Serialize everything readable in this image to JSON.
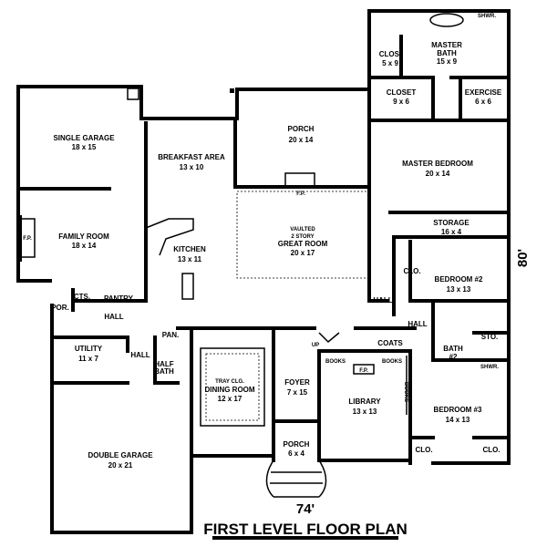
{
  "plan": {
    "title": "FIRST LEVEL FLOOR PLAN",
    "width_dim": "74'",
    "depth_dim": "80'"
  },
  "rooms": {
    "single_garage": {
      "name": "SINGLE GARAGE",
      "size": "18 x 15"
    },
    "breakfast": {
      "name": "BREAKFAST AREA",
      "size": "13 x 10"
    },
    "porch_rear": {
      "name": "PORCH",
      "size": "20 x 14"
    },
    "family": {
      "name": "FAMILY ROOM",
      "size": "18 x 14"
    },
    "kitchen": {
      "name": "KITCHEN",
      "size": "13 x 11"
    },
    "great": {
      "name1": "VAULTED",
      "name2": "2 STORY",
      "name3": "GREAT ROOM",
      "size": "20 x 17"
    },
    "master_bed": {
      "name": "MASTER BEDROOM",
      "size": "20 x 14"
    },
    "master_bath": {
      "name1": "MASTER",
      "name2": "BATH",
      "size": "15 x 9"
    },
    "clos_a": {
      "name": "CLOS.",
      "size": "5 x 9"
    },
    "closet": {
      "name": "CLOSET",
      "size": "9 x 6"
    },
    "exercise": {
      "name": "EXERCISE",
      "size": "6 x 6"
    },
    "storage": {
      "name": "STORAGE",
      "size": "16 x 4"
    },
    "bed2": {
      "name": "BEDROOM #2",
      "size": "13 x 13"
    },
    "utility": {
      "name": "UTILITY",
      "size": "11 x 7"
    },
    "dining": {
      "name1": "TRAY CLG.",
      "name2": "DINING ROOM",
      "size": "12 x 17"
    },
    "foyer": {
      "name": "FOYER",
      "size": "7 x 15"
    },
    "library": {
      "name": "LIBRARY",
      "size": "13 x 13"
    },
    "bed3": {
      "name": "BEDROOM #3",
      "size": "14 x 13"
    },
    "double_garage": {
      "name": "DOUBLE GARAGE",
      "size": "20 x 21"
    },
    "porch_front": {
      "name": "PORCH",
      "size": "6 x 4"
    },
    "bath2": {
      "name": "BATH",
      "size": "#2"
    }
  },
  "labels": {
    "shwr": "SHWR.",
    "clo1": "CLO.",
    "clo2": "CLO.",
    "clo3": "CLO.",
    "hall1": "HALL",
    "hall2": "HALL",
    "hall3": "HALL",
    "hall4": "HALL",
    "cts": "CTS.",
    "pantry": "PANTRY",
    "por": "POR.",
    "pan": "PAN.",
    "half_bath1": "HALF",
    "half_bath2": "BATH",
    "coats": "COATS",
    "sto": "STO.",
    "books1": "BOOKS",
    "books2": "BOOKS",
    "books3": "BOOKS",
    "fp1": "F.P.",
    "fp2": "F.P.",
    "fp3": "F.P.",
    "shwr2": "SHWR.",
    "up": "UP"
  }
}
